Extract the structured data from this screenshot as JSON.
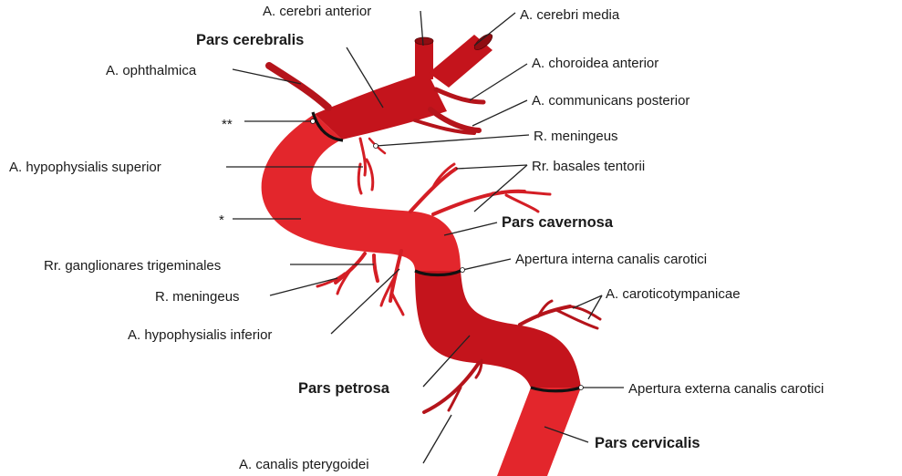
{
  "labels": {
    "cerebri_anterior": "A. cerebri anterior",
    "cerebri_media": "A. cerebri media",
    "pars_cerebralis": "Pars cerebralis",
    "ophthalmica": "A. ophthalmica",
    "choroidea_anterior": "A. choroidea anterior",
    "communicans_posterior": "A. communicans posterior",
    "double_star": "**",
    "r_meningeus_upper": "R. meningeus",
    "hypophysialis_superior": "A. hypophysialis superior",
    "basales_tentorii": "Rr. basales tentorii",
    "single_star": "*",
    "pars_cavernosa": "Pars cavernosa",
    "ganglionares": "Rr. ganglionares trigeminales",
    "apertura_interna": "Apertura interna canalis carotici",
    "r_meningeus_lower": "R. meningeus",
    "caroticotympanicae": "A. caroticotympanicae",
    "hypophysialis_inferior": "A. hypophysialis inferior",
    "pars_petrosa": "Pars petrosa",
    "apertura_externa": "Apertura externa canalis carotici",
    "pars_cervicalis": "Pars cervicalis",
    "canalis_pterygoidei": "A. canalis pterygoidei"
  },
  "colors": {
    "vessel_bright": "#e3262c",
    "vessel_dark": "#c4141c",
    "ring": "#111111"
  }
}
